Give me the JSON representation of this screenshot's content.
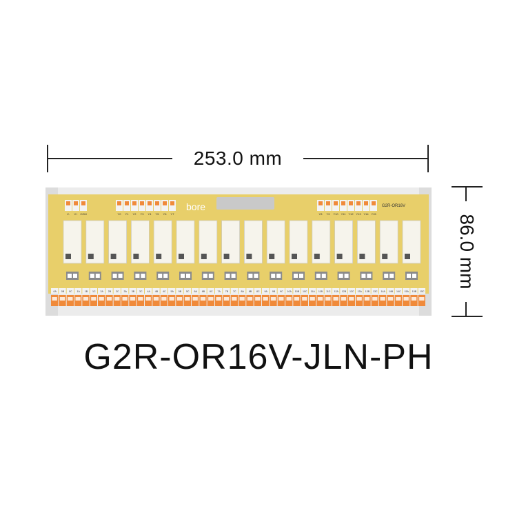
{
  "dimensions": {
    "width_label": "253.0 mm",
    "height_label": "86.0 mm"
  },
  "product": {
    "model": "G2R-OR16V-JLN-PH",
    "brand": "bore",
    "board_marking": "G2R-OR16V"
  },
  "terminals": {
    "top_left_labels": [
      "V-",
      "V+",
      "COM"
    ],
    "top_mid_labels": [
      "Y0",
      "Y1",
      "Y2",
      "Y3",
      "Y4",
      "Y5",
      "Y6",
      "Y7"
    ],
    "top_right_labels": [
      "Y8",
      "Y9",
      "Y10",
      "Y11",
      "Y12",
      "Y13",
      "Y14",
      "Y15"
    ],
    "bottom_labels": [
      "0A",
      "0B",
      "0C",
      "1A",
      "1B",
      "1C",
      "2A",
      "2B",
      "2C",
      "3A",
      "3B",
      "3C",
      "4A",
      "4B",
      "4C",
      "5A",
      "5B",
      "5C",
      "6A",
      "6B",
      "6C",
      "7A",
      "7B",
      "7C",
      "8A",
      "8B",
      "8C",
      "9A",
      "9B",
      "9C",
      "10A",
      "10B",
      "10C",
      "11A",
      "11B",
      "11C",
      "12A",
      "12B",
      "12C",
      "13A",
      "13B",
      "13C",
      "14A",
      "14B",
      "14C",
      "15A",
      "15B",
      "15C"
    ]
  },
  "relay_count": 16,
  "colors": {
    "pcb": "#e8cf6a",
    "relay": "#f6f4ec",
    "terminal": "#f08a3a",
    "rail": "#e9e9e9",
    "lever": "#f3f3f3"
  }
}
